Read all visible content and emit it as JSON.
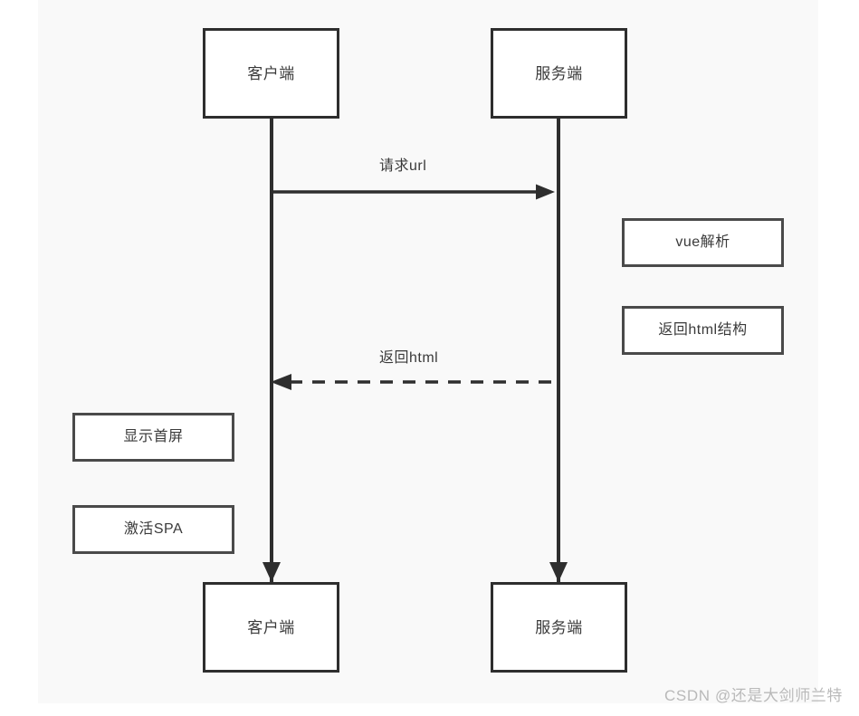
{
  "diagram": {
    "type": "sequence-diagram",
    "canvas": {
      "background_color": "#f9f9f9",
      "page_background_color": "#ffffff",
      "stroke_color": "#2e2e2e",
      "text_color": "#3a3a3a"
    },
    "participants": [
      {
        "id": "client-top",
        "label": "客户端",
        "role": "client",
        "position": "top-left"
      },
      {
        "id": "server-top",
        "label": "服务端",
        "role": "server",
        "position": "top-right"
      },
      {
        "id": "client-bottom",
        "label": "客户端",
        "role": "client",
        "position": "bottom-left"
      },
      {
        "id": "server-bottom",
        "label": "服务端",
        "role": "server",
        "position": "bottom-right"
      }
    ],
    "messages": [
      {
        "id": "request-url",
        "label": "请求url",
        "direction": "right",
        "style": "solid",
        "from": "client",
        "to": "server"
      },
      {
        "id": "return-html",
        "label": "返回html",
        "direction": "left",
        "style": "dashed",
        "from": "server",
        "to": "client"
      }
    ],
    "notes_right": [
      {
        "id": "vue-parse",
        "label": "vue解析"
      },
      {
        "id": "return-html-structure",
        "label": "返回html结构"
      }
    ],
    "notes_left": [
      {
        "id": "show-first-screen",
        "label": "显示首屏"
      },
      {
        "id": "activate-spa",
        "label": "激活SPA"
      }
    ]
  },
  "watermark": {
    "text": "CSDN @还是大剑师兰特"
  }
}
